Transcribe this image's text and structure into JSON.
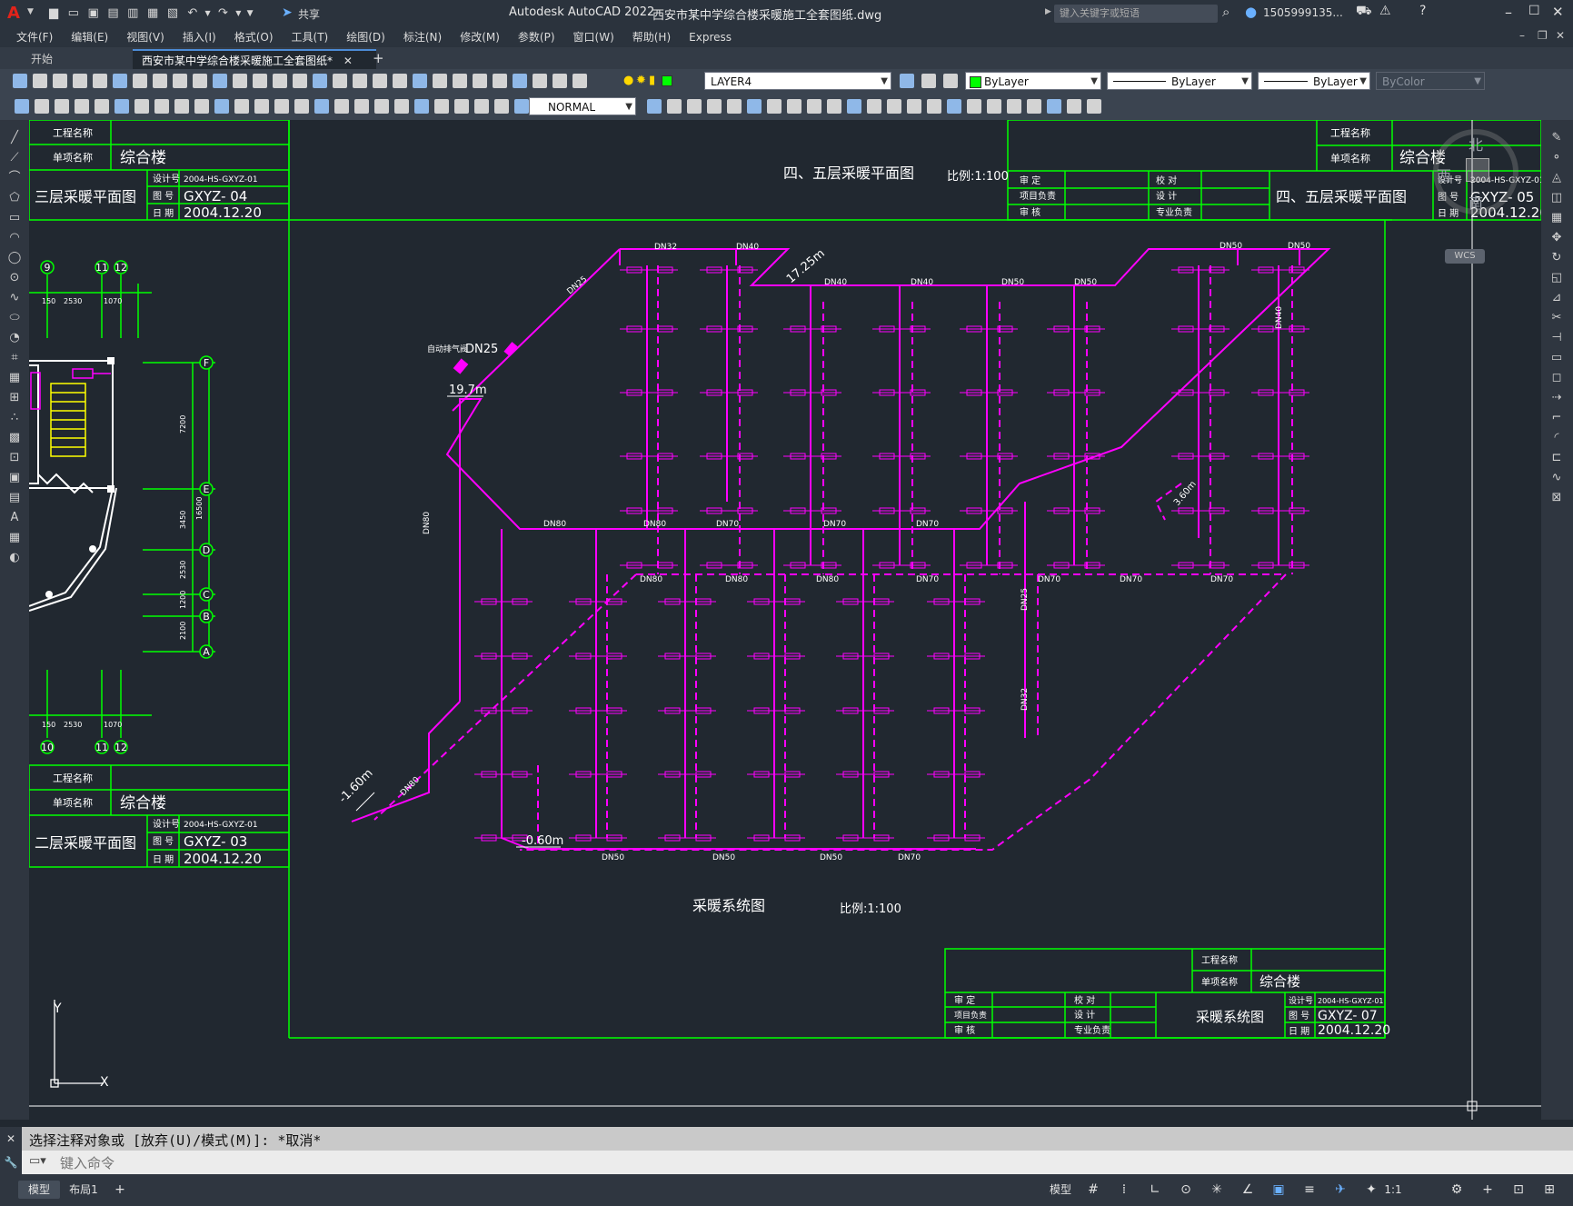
{
  "app": {
    "logo": "A",
    "title": "Autodesk AutoCAD 2022",
    "filename": "西安市某中学综合楼采暖施工全套图纸.dwg",
    "share": "共享",
    "search_placeholder": "键入关键字或短语",
    "user": "1505999135...",
    "colors": {
      "accent": "#4c8bd6",
      "magenta": "#ff00ff",
      "green": "#00ff00",
      "white": "#ffffff"
    }
  },
  "menu": [
    "文件(F)",
    "编辑(E)",
    "视图(V)",
    "插入(I)",
    "格式(O)",
    "工具(T)",
    "绘图(D)",
    "标注(N)",
    "修改(M)",
    "参数(P)",
    "窗口(W)",
    "帮助(H)",
    "Express"
  ],
  "tabs": [
    {
      "label": "开始"
    },
    {
      "label": "西安市某中学综合楼采暖施工全套图纸*"
    }
  ],
  "toolbar": {
    "layer": "LAYER4",
    "color": "ByLayer",
    "linetype": "ByLayer",
    "lineweight": "ByLayer",
    "plotstyle": "ByColor",
    "dimstyle": "NORMAL"
  },
  "compass": {
    "north": "北",
    "west": "西",
    "south": "南",
    "wcs": "WCS"
  },
  "drawing": {
    "title_block_labels": {
      "project_name": "工程名称",
      "item_name": "单项名称",
      "design_no_label": "设计号",
      "drawing_no_label": "图 号",
      "date_label": "日 期",
      "approve": "审 定",
      "check": "校 对",
      "project_lead": "项目负责",
      "design": "设 计",
      "review": "审 核",
      "specialty_lead": "专业负责"
    },
    "item_value": "综合楼",
    "design_no": "2004-HS-GXYZ-01",
    "date": "2004.12.20",
    "sheet3": {
      "title": "三层采暖平面图",
      "no": "GXYZ- 04"
    },
    "sheet2": {
      "title": "二层采暖平面图",
      "no": "GXYZ- 03"
    },
    "sheet5": {
      "title": "四、五层采暖平面图",
      "no": "GXYZ- 05",
      "caption": "四、五层采暖平面图",
      "scale": "比例:1:100"
    },
    "sheet7": {
      "title": "采暖系统图",
      "no": "GXYZ- 07",
      "scale": "比例:1:100"
    },
    "system_caption": "采暖系统图",
    "axis_labels": [
      "9",
      "11",
      "12",
      "F",
      "E",
      "D",
      "C",
      "B",
      "A",
      "10",
      "11",
      "12"
    ],
    "dims": [
      "150",
      "2530",
      "1070",
      "7200",
      "3450",
      "16500",
      "2530",
      "1200",
      "2100",
      "150",
      "2530",
      "1070"
    ],
    "pipe_labels": [
      "DN32",
      "DN40",
      "DN25",
      "DN40",
      "DN40",
      "DN50",
      "DN50",
      "DN50",
      "DN50",
      "DN80",
      "DN80",
      "DN70",
      "DN70",
      "DN70",
      "DN80",
      "DN80",
      "DN80",
      "DN70",
      "DN70",
      "DN70",
      "DN70",
      "DN50",
      "DN50",
      "DN50",
      "DN70",
      "DN80",
      "DN80",
      "DN25",
      "DN32",
      "DN40"
    ],
    "elevations": [
      "17.25m",
      "19.7m",
      "-1.60m",
      "-0.60m",
      "3.60m"
    ],
    "air_vent": "自动排气阀",
    "air_vent_dn": "DN25",
    "ucs": {
      "y": "Y",
      "x": "X"
    }
  },
  "command": {
    "history": "选择注释对象或 [放弃(U)/模式(M)]: *取消*",
    "placeholder": "键入命令"
  },
  "layout_tabs": [
    "模型",
    "布局1"
  ],
  "status": {
    "model": "模型",
    "scale": "1:1"
  }
}
